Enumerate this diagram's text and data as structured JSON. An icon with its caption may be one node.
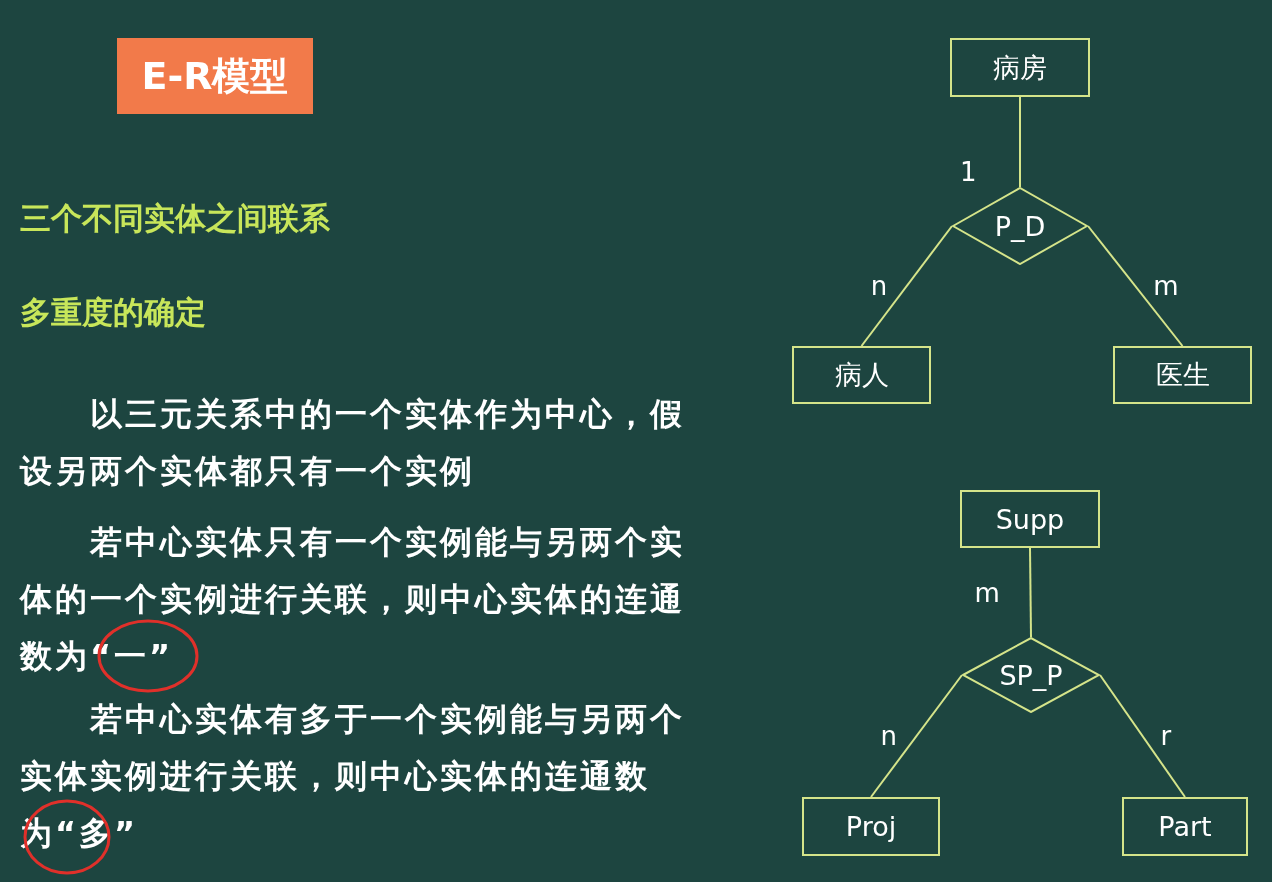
{
  "diagram": {
    "title": "E-R模型",
    "nodes": [
      {
        "text": [
          "病房"
        ]
      },
      {
        "text": [
          "P_D"
        ]
      },
      {
        "text": [
          "病人"
        ]
      },
      {
        "text": [
          "医生"
        ]
      },
      {
        "text": [
          "Supp"
        ]
      },
      {
        "text": [
          "SP_P"
        ]
      },
      {
        "text": [
          "Proj"
        ]
      },
      {
        "text": [
          "Part"
        ]
      },
      {
        "text": [],
        "shape": "circle"
      },
      {
        "text": [],
        "shape": "circle"
      }
    ],
    "edges": [
      {
        "from": 0,
        "to": 1,
        "arrow": "none",
        "label": "1"
      },
      {
        "from": 1,
        "to": 2,
        "arrow": "none",
        "label": "n"
      },
      {
        "from": 1,
        "to": 3,
        "arrow": "none",
        "label": "m"
      },
      {
        "from": 4,
        "to": 5,
        "arrow": "none",
        "label": "m"
      },
      {
        "from": 5,
        "to": 6,
        "arrow": "none",
        "label": "n"
      },
      {
        "from": 5,
        "to": 7,
        "arrow": "none",
        "label": "r"
      }
    ],
    "labels": [
      "三个不同实体之间联系",
      "多重度的确定",
      "以三元关系中的一个实体作为中心，假设另两个实体都只有一个实例",
      "若中心实体只有一个实例能与另两个实体的一个实例进行关联，则中心实体的连通数为“一”",
      "若中心实体有多于一个实例能与另两个实体实例进行关联，则中心实体的连通数为“多”"
    ]
  }
}
